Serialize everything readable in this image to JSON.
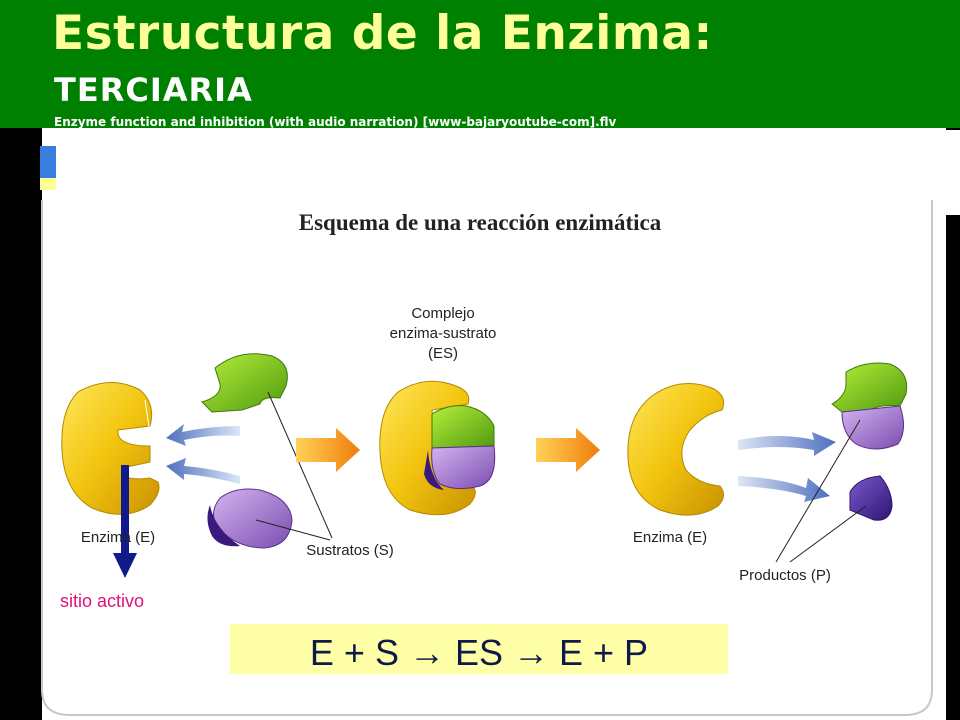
{
  "slide": {
    "title": "Estructura de la Enzima:",
    "subtitle": "TERCIARIA",
    "note": "Enzyme function and inhibition (with audio narration) [www-bajaryoutube-com].flv"
  },
  "diagram": {
    "title": "Esquema de una reacción enzimática",
    "labels": {
      "enzyme_left": "Enzima (E)",
      "substrates": "Sustratos (S)",
      "complex_line1": "Complejo",
      "complex_line2": "enzima-sustrato",
      "complex_line3": "(ES)",
      "enzyme_right": "Enzima (E)",
      "products": "Productos (P)",
      "active_site": "sitio activo"
    },
    "equation": "E + S → ES → E + P"
  },
  "colors": {
    "header_green": "#008000",
    "title_yellow": "#ffff99",
    "enzyme_yellow": "#f2c40f",
    "substrate_green": "#7ec820",
    "substrate_purple": "#9b6ec8",
    "product_dark_purple": "#4b2a99",
    "reaction_arrow_orange": "#f59a1a",
    "active_site_arrow": "#101a8a",
    "active_site_text": "#e0107a",
    "equation_bg": "#ffffa8"
  },
  "icons": [
    "enzyme-shape",
    "substrate-shape",
    "product-shape",
    "reaction-arrow",
    "release-arrow"
  ]
}
